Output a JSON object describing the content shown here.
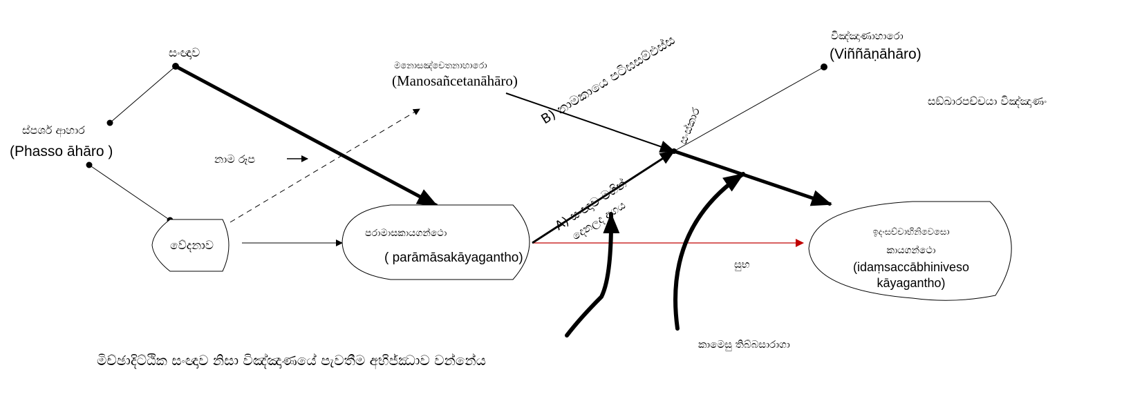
{
  "nodes": {
    "sanna": {
      "label": "සංඥාව"
    },
    "phassa": {
      "label_si": "ස්පර්ශ ආහාර",
      "label_pali": "(Phasso āhāro )"
    },
    "vedana": {
      "label": "වේදනාව"
    },
    "namarupa": {
      "label": "නාම රූප"
    },
    "manosancetana": {
      "label_si": "මනොසඤ්චෙතනාහාරො",
      "label_pali": "(Manosañcetanāhāro)"
    },
    "paramasa": {
      "label_si": "පරාමාසකායගන්ථො",
      "label_pali": "( parāmāsakāyagantho)"
    },
    "vinnana": {
      "label_si": "විඤ්ඤාණාහාරො",
      "label_pali": "(Viññāṇāhāro)"
    },
    "sankhara": {
      "label": "සංස්කාර"
    },
    "idamsacca": {
      "label_si_1": "ඉදංසච්චාභිනිවෙසො",
      "label_si_2": "කායගන්ථො",
      "label_pali_1": "(idaṃsaccābhiniveso",
      "label_pali_2": "kāyagantho)"
    }
  },
  "edges": {
    "b_label": "B) නාමකායෙ පටිඝසම්ඵස්ස",
    "a_label_1": "A) සංඥාව මගින්",
    "a_label_2": "දෙනලද අගය",
    "subha": "සුභ"
  },
  "annotations": {
    "sankhara_paccaya": "සඞ්ඛාරපච්චයා විඤ්ඤාණං",
    "kamesu": "කාමෙසු තිබ්බසාරාගා",
    "bottom": "මිච්ඡාදිට්ඨික සංඥාව නිසා විඤ්ඤාණයේ පැවතීම අභිජ්ඣාව වන්නේය"
  },
  "colors": {
    "line": "#000000",
    "red_edge": "#c00000"
  }
}
